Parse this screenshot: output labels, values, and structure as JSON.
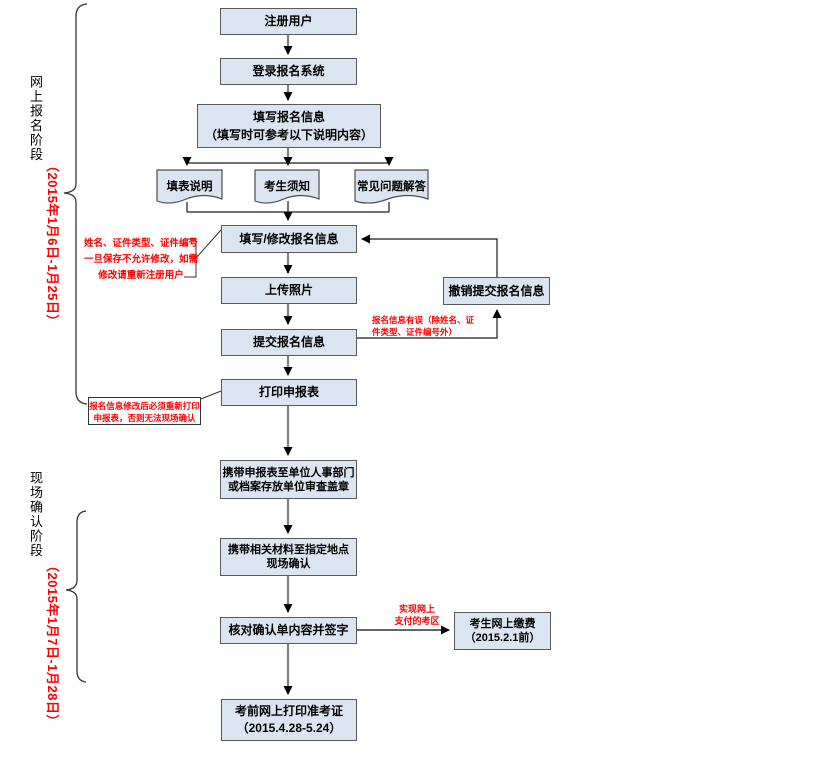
{
  "stages": {
    "online": {
      "label": "网上报名阶段",
      "date": "（2015年1月6日-1月25日）"
    },
    "onsite": {
      "label": "现场确认阶段",
      "date": "（2015年1月7日-1月28日）"
    }
  },
  "nodes": {
    "register": "注册用户",
    "login": "登录报名系统",
    "fill_info": "填写报名信息\n（填写时可参考以下说明内容）",
    "doc_form_instructions": "填表说明",
    "doc_candidate_notice": "考生须知",
    "doc_faq": "常见问题解答",
    "fill_modify": "填写/修改报名信息",
    "upload_photo": "上传照片",
    "submit_info": "提交报名信息",
    "cancel_submit": "撤销提交报名信息",
    "print_application": "打印申报表",
    "stamp_review": "携带申报表至单位人事部门\n或档案存放单位审查盖章",
    "onsite_confirm": "携带相关材料至指定地点\n现场确认",
    "verify_sign": "核对确认单内容并签字",
    "pay_online": "考生网上缴费\n（2015.2.1前）",
    "print_ticket": "考前网上打印准考证\n（2015.4.28-5.24）"
  },
  "annotations": {
    "modify_limit": "姓名、证件类型、证件编号\n一旦保存不允许修改，如需\n修改请重新注册用户",
    "reprint_required": "报名信息修改后必须重新打印\n申报表，否则无法现场确认",
    "info_error": "报名信息有误（除姓名、证\n件类型、证件编号外）",
    "online_pay_regions": "实现网上\n支付的考区"
  },
  "colors": {
    "box_fill": "#dbe5f1",
    "box_border": "#5a5a5a",
    "annotation_red": "#ff0000",
    "connector_gray": "#808080",
    "line_black": "#1a1a1a"
  }
}
